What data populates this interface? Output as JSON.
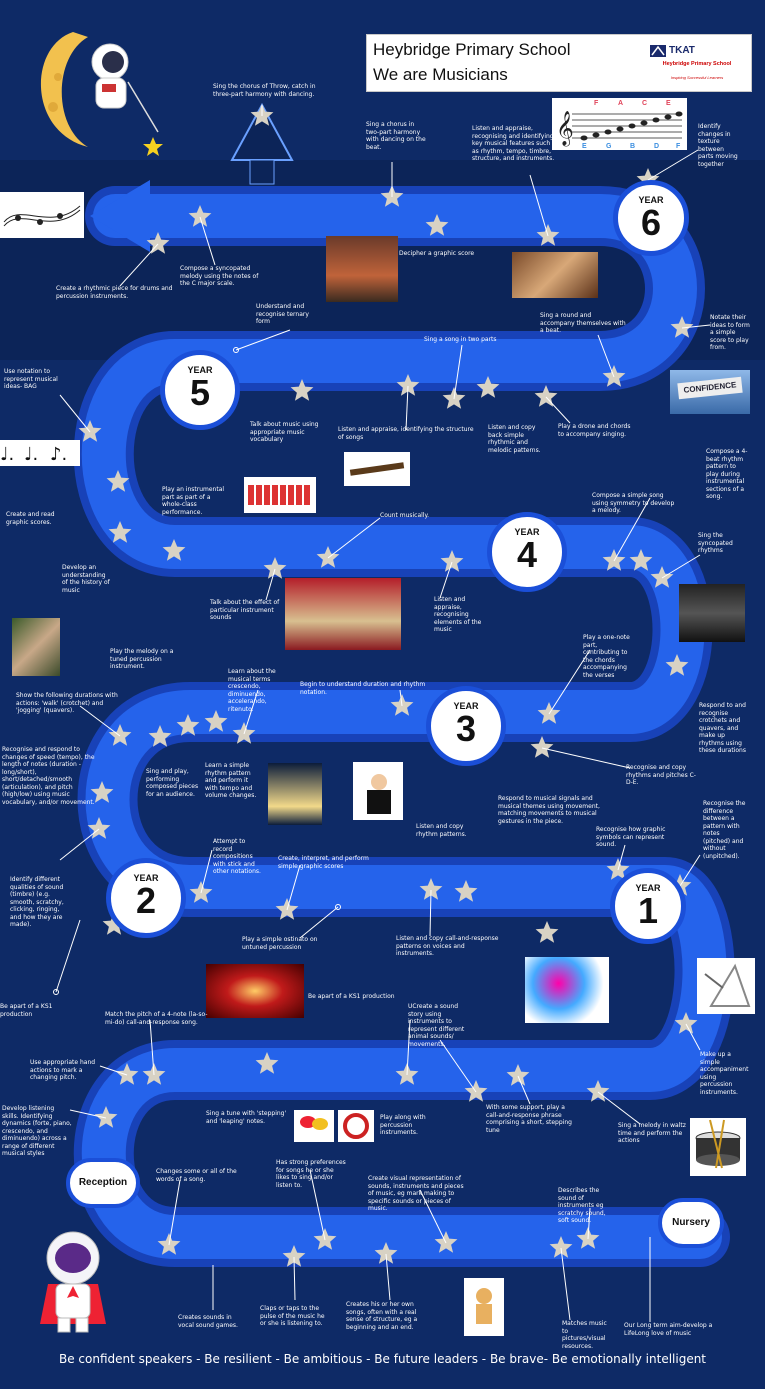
{
  "header": {
    "title_line1": "Heybridge Primary School",
    "title_line2": "We are Musicians",
    "logo_brand": "TKAT",
    "logo_school": "Heybridge Primary School",
    "logo_tagline": "Inspiring Successful Learners"
  },
  "stave_notes_top": [
    "F",
    "A",
    "C",
    "E"
  ],
  "stave_notes_bottom": [
    "E",
    "G",
    "B",
    "D",
    "F"
  ],
  "confidence_sign": "CONFIDENCE",
  "years": [
    {
      "prefix": "YEAR",
      "number": "6"
    },
    {
      "prefix": "YEAR",
      "number": "5"
    },
    {
      "prefix": "YEAR",
      "number": "4"
    },
    {
      "prefix": "YEAR",
      "number": "3"
    },
    {
      "prefix": "YEAR",
      "number": "2"
    },
    {
      "prefix": "YEAR",
      "number": "1"
    }
  ],
  "reception_label": "Reception",
  "nursery_label": "Nursery",
  "labels": [
    "Sing the chorus of Throw, catch in three-part harmony with dancing.",
    "Sing a chorus in two-part harmony with dancing on the beat.",
    "Listen and appraise, recognising and identifying key musical features such as rhythm, tempo, timbre, structure, and instruments.",
    "Identify changes in texture between parts moving together",
    "Decipher a graphic score",
    "Compose a syncopated melody using the notes of the C major scale.",
    "Create a rhythmic piece for drums and percussion instruments.",
    "Understand and recognise ternary form",
    "Sing a round and accompany themselves with a beat.",
    "Notate their ideas to form a simple score to play from.",
    "Sing a song in two parts",
    "Use notation to represent musical ideas- BAG",
    "Talk about music using appropriate music vocabulary",
    "Listen and appraise, identifying the structure of songs",
    "Listen and copy back simple rhythmic and melodic patterns.",
    "Play a drone and chords to accompany singing.",
    "Compose a 4-beat rhythm pattern to play during instrumental sections of a song.",
    "Play an instrumental part as part of a whole-class performance.",
    "Compose a simple song using symmetry to develop a melody.",
    "Count musically.",
    "Create and read graphic scores.",
    "Sing the syncopated rhythms",
    "Develop an understanding of the history of music",
    "Talk about the effect of particular instrument sounds",
    "Listen and appraise, recognising elements of the music",
    "Play a one-note part, contributing to the chords accompanying the verses",
    "Play the melody on a tuned percussion instrument.",
    "Learn about the musical terms crescendo, diminuendo, accelerando, ritenuto.",
    "Begin to understand duration and rhythm notation.",
    "Show the following durations with actions: 'walk' (crotchet) and 'jogging' (quavers).",
    "Respond to and recognise crotchets and quavers, and make up rhythms using these durations",
    "Recognise and respond to changes of speed (tempo), the length of notes (duration - long/short), short/detached/smooth (articulation), and pitch (high/low) using music vocabulary, and/or movement.",
    "Sing and play, performing composed pieces for an audience.",
    "Learn a simple rhythm pattern and perform it with tempo and volume changes.",
    "Recognise and copy rhythms and pitches C-D-E.",
    "Respond to musical signals and musical themes using movement, matching movements to musical gestures in the piece.",
    "Listen and copy rhythm patterns.",
    "Recognise how graphic symbols can represent sound.",
    "Recognise the difference between a pattern with notes (pitched) and without (unpitched).",
    "Attempt to record compositions with stick and other notations.",
    "Create, interpret, and perform simple graphic scores",
    "Identify different qualities of sound (timbre) (e.g. smooth, scratchy, clicking, ringing, and how they are made).",
    "Play a simple ostinato on untuned percussion",
    "Listen and copy call-and-response patterns on voices and instruments.",
    "Be apart of a KS1 production",
    "Be apart of a KS1 production",
    "Match the pitch of a 4-note (la-so-mi-do) call-and-response song.",
    "UCreate a sound story using instruments to represent different animal sounds/ movements.",
    "Make up a simple accompaniment using percussion instruments.",
    "Use appropriate hand actions to mark a changing pitch.",
    "Develop listening skills. Identifying dynamics (forte, piano, crescendo, and diminuendo) across a range of different musical styles",
    "Sing a tune with 'stepping' and 'leaping' notes.",
    "Play along with percussion instruments.",
    "With some support, play a call-and-response phrase comprising a short, stepping tune",
    "Sing a melody in waltz time and perform the actions",
    "Changes some or all of the words of a song.",
    "Has strong preferences for songs he or she likes to sing and/or listen to.",
    "Create visual representation of sounds, instruments and pieces of music, eg mark making to specific sounds or pieces of music.",
    "Describes the sound of instruments eg scratchy sound, soft sound.",
    "Creates sounds in vocal sound games.",
    "Claps or taps to the pulse of the music he or she is listening to.",
    "Creates his or her own songs, often with a real sense of structure, eg a beginning and an end.",
    "Matches music to pictures/visual resources.",
    "Our Long term aim-develop a LifeLong love of music"
  ],
  "footer_text": "Be confident speakers - Be resilient - Be ambitious - Be future leaders - Be brave- Be emotionally intelligent",
  "colors": {
    "background": "#0e2a66",
    "road": "#1b4fd8",
    "road_edge": "#1842b8",
    "star": "#d8d2c4"
  }
}
